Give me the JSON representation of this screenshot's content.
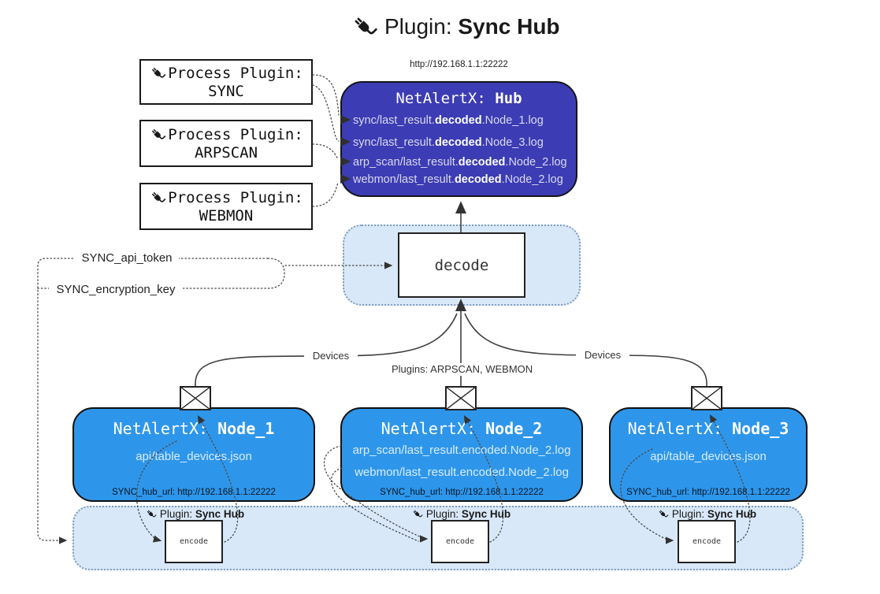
{
  "title": {
    "prefix": "Plugin: ",
    "bold": "Sync Hub"
  },
  "hub": {
    "url": "http://192.168.1.1:22222",
    "title_prefix": "NetAlertX: ",
    "title_bold": "Hub",
    "lines": [
      {
        "prefix": "sync/last_result.",
        "bold": "decoded",
        "suffix": ".Node_1.log"
      },
      {
        "prefix": "sync/last_result.",
        "bold": "decoded",
        "suffix": ".Node_3.log"
      },
      {
        "prefix": "arp_scan/last_result.",
        "bold": "decoded",
        "suffix": ".Node_2.log"
      },
      {
        "prefix": "webmon/last_result.",
        "bold": "decoded",
        "suffix": ".Node_2.log"
      }
    ]
  },
  "process_plugins": [
    {
      "label": "Process Plugin:",
      "name": "SYNC"
    },
    {
      "label": "Process Plugin:",
      "name": "ARPSCAN"
    },
    {
      "label": "Process Plugin:",
      "name": "WEBMON"
    }
  ],
  "decode": {
    "label": "decode"
  },
  "tokens": {
    "api_token": "SYNC_api_token",
    "encryption_key": "SYNC_encryption_key"
  },
  "edges": {
    "devices_left": "Devices",
    "plugins_middle": "Plugins: ARPSCAN, WEBMON",
    "devices_right": "Devices"
  },
  "nodes": [
    {
      "title_prefix": "NetAlertX: ",
      "title_bold": "Node_1",
      "files": [
        "api/table_devices.json"
      ],
      "hub_url": "SYNC_hub_url: http://192.168.1.1:22222"
    },
    {
      "title_prefix": "NetAlertX: ",
      "title_bold": "Node_2",
      "files": [
        "arp_scan/last_result.encoded.Node_2.log",
        "webmon/last_result.encoded.Node_2.log"
      ],
      "hub_url": "SYNC_hub_url: http://192.168.1.1:22222"
    },
    {
      "title_prefix": "NetAlertX: ",
      "title_bold": "Node_3",
      "files": [
        "api/table_devices.json"
      ],
      "hub_url": "SYNC_hub_url: http://192.168.1.1:22222"
    }
  ],
  "encoder": {
    "label_prefix": "Plugin: ",
    "label_bold": "Sync Hub",
    "box_label": "encode"
  },
  "colors": {
    "hub_fill": "#3c3cb4",
    "node_fill": "#2e96ea",
    "panel_fill": "#d9e8f8",
    "panel_border": "#7e9cb9",
    "line": "#3f3f3f",
    "box_border": "#1a1a1a"
  }
}
